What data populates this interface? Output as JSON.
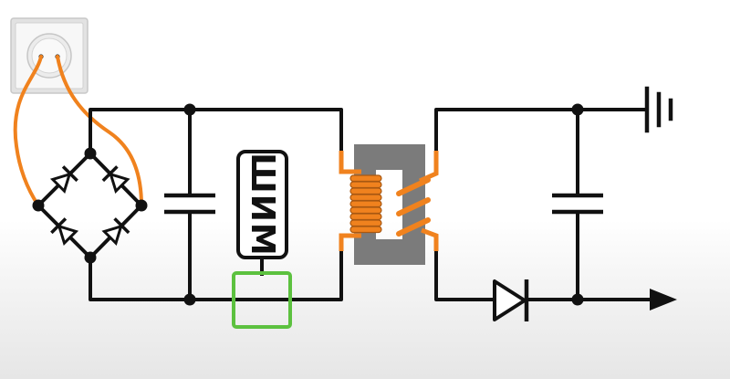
{
  "pwm_block": {
    "label": "ШИМ"
  },
  "colors": {
    "wire": "#111111",
    "winding": "#f0821e",
    "core": "#7b7b7b",
    "sensor": "#5cc13f",
    "socket_frame": "#d9d9d9",
    "node": "#111111"
  },
  "components": [
    {
      "name": "wall-socket-icon"
    },
    {
      "name": "diode-bridge"
    },
    {
      "name": "input-capacitor"
    },
    {
      "name": "pwm-controller"
    },
    {
      "name": "current-sense-element"
    },
    {
      "name": "pulse-transformer"
    },
    {
      "name": "output-diode"
    },
    {
      "name": "output-capacitor"
    },
    {
      "name": "ground-symbol"
    },
    {
      "name": "output-arrow"
    }
  ]
}
